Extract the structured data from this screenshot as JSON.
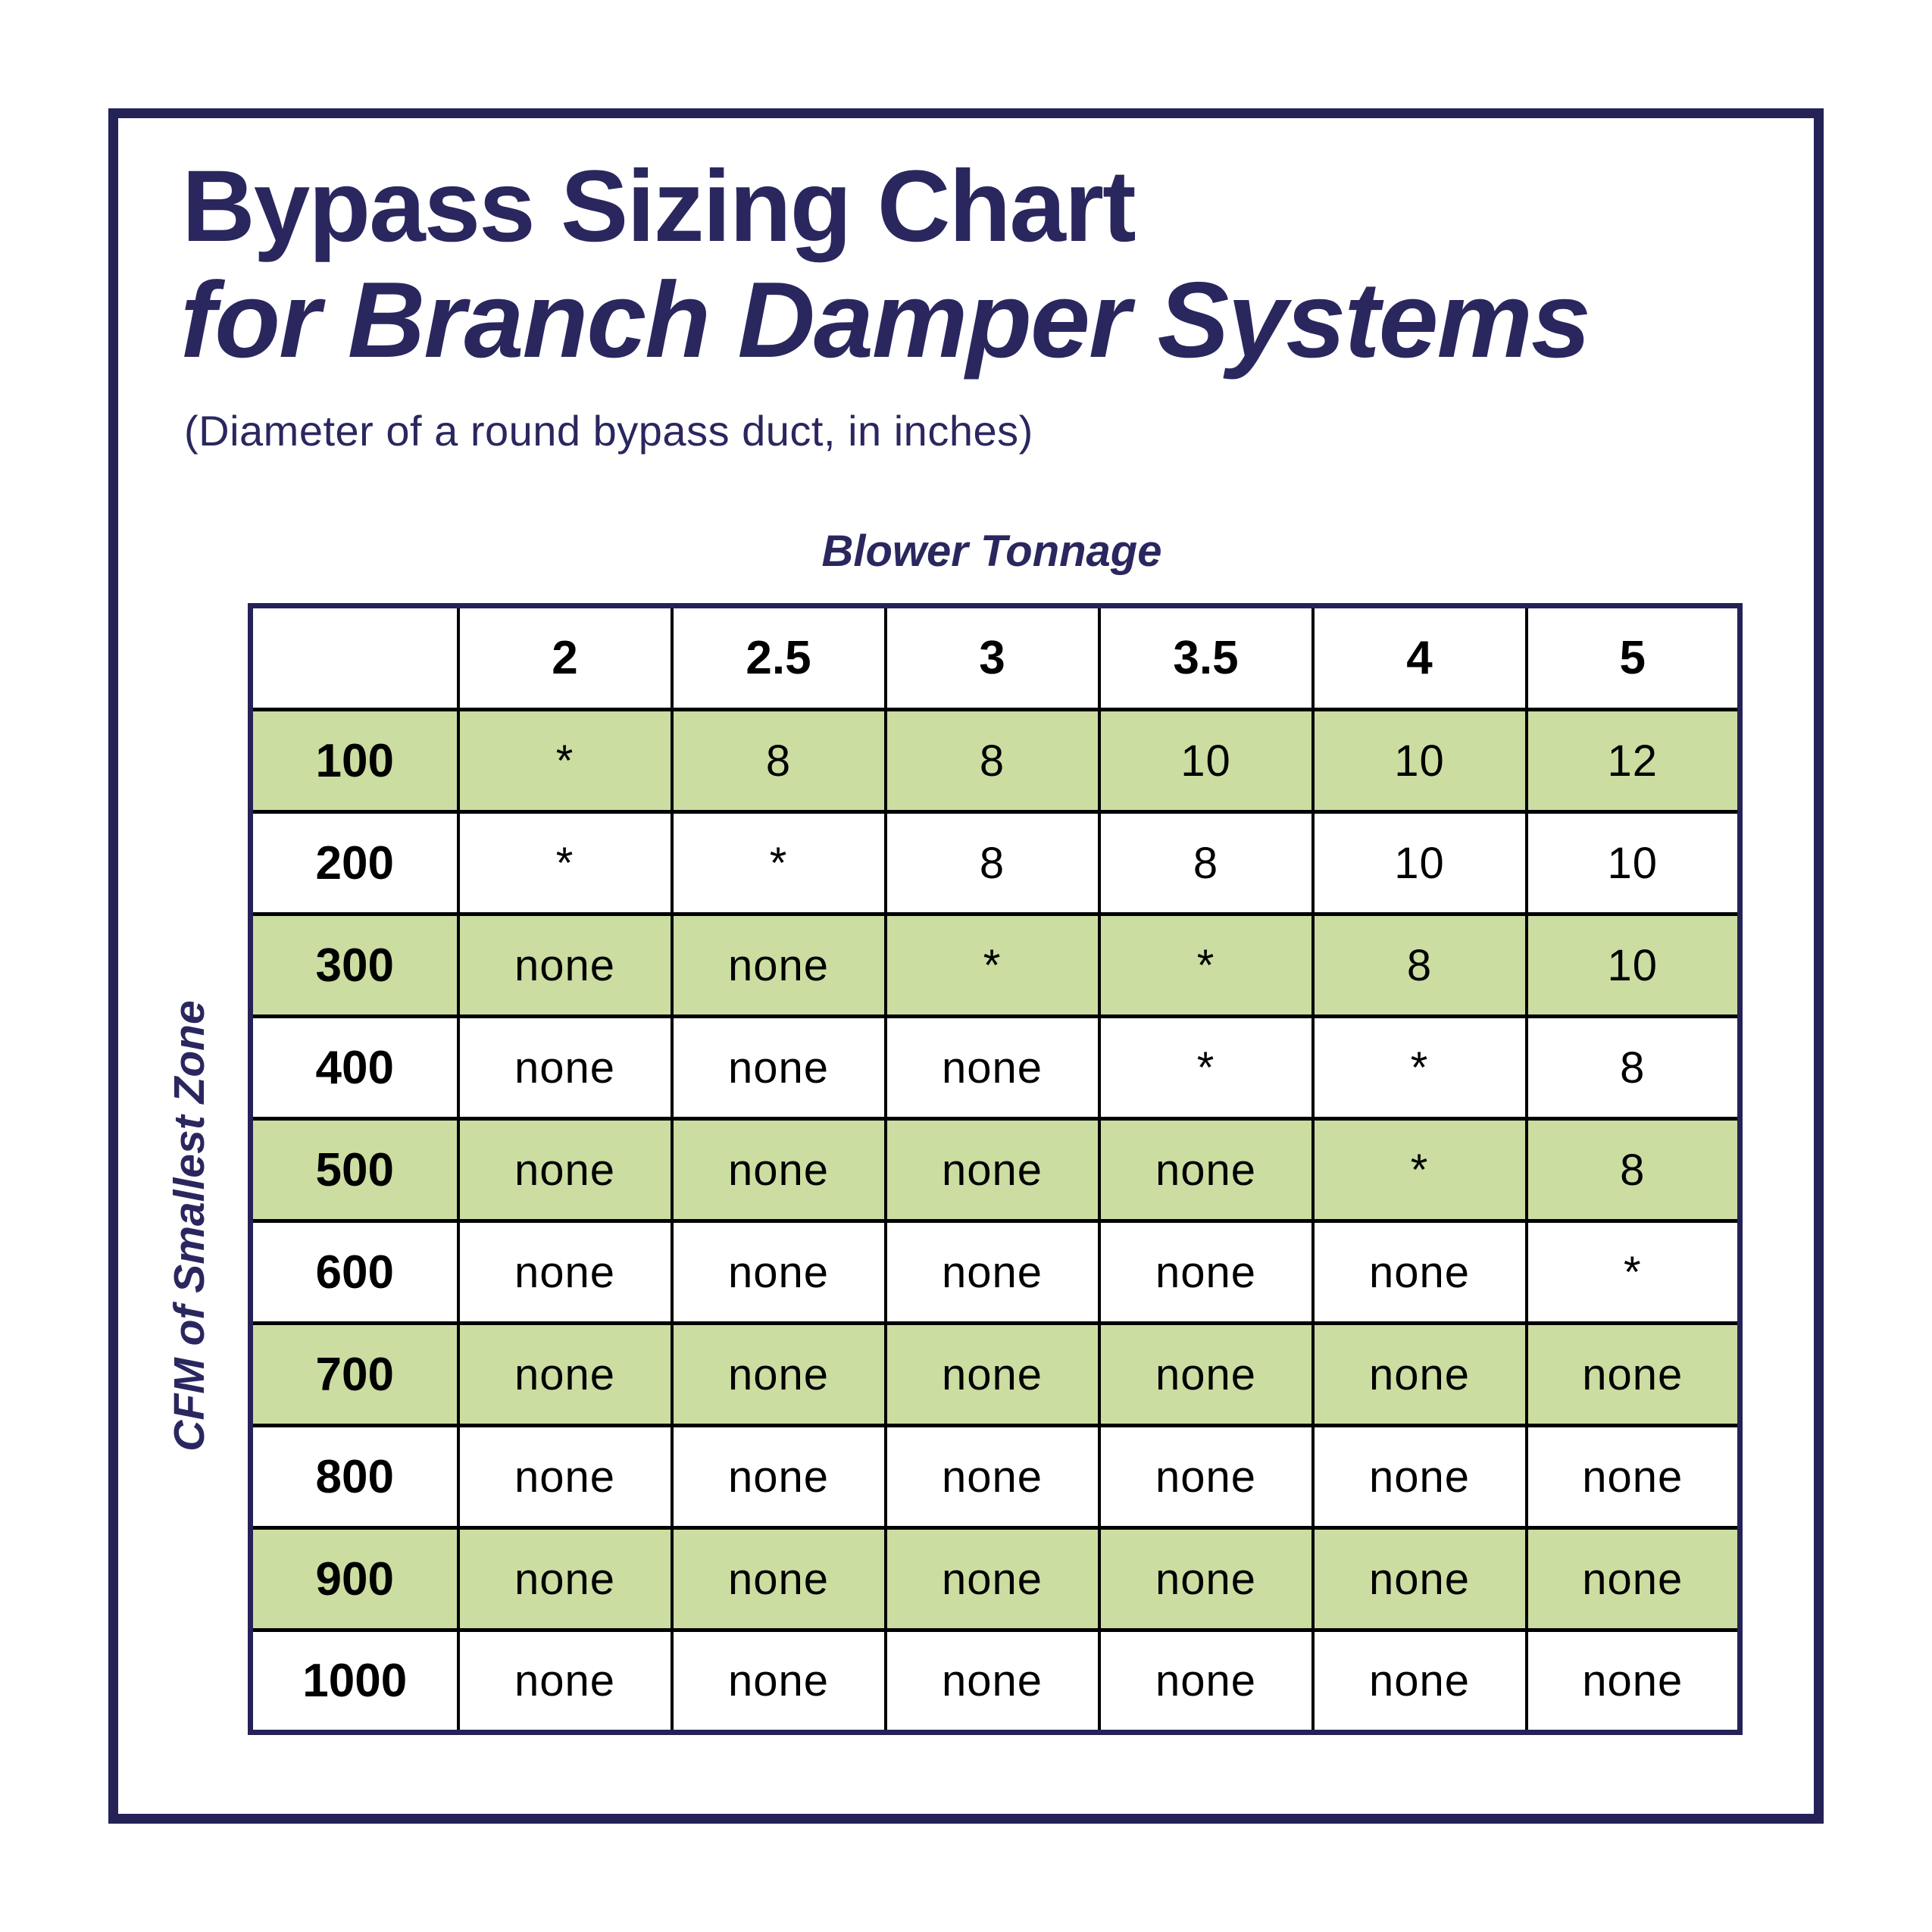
{
  "title": {
    "line1": "Bypass Sizing Chart",
    "line2": "for Branch Damper Systems",
    "subtitle": "(Diameter of a round bypass duct, in inches)"
  },
  "axes": {
    "column_label": "Blower Tonnage",
    "row_label": "CFM of Smallest Zone"
  },
  "colors": {
    "navy": "#2a275f",
    "frame": "#242256",
    "green": "#cbdda0",
    "grid": "#000000",
    "background": "#ffffff"
  },
  "chart_data": {
    "type": "table",
    "title": "Bypass Sizing Chart for Branch Damper Systems",
    "subtitle": "(Diameter of a round bypass duct, in inches)",
    "column_axis": "Blower Tonnage",
    "row_axis": "CFM of Smallest Zone",
    "columns": [
      "2",
      "2.5",
      "3",
      "3.5",
      "4",
      "5"
    ],
    "rows": [
      {
        "cfm": "100",
        "highlight": true,
        "values": [
          "*",
          "8",
          "8",
          "10",
          "10",
          "12"
        ]
      },
      {
        "cfm": "200",
        "highlight": false,
        "values": [
          "*",
          "*",
          "8",
          "8",
          "10",
          "10"
        ]
      },
      {
        "cfm": "300",
        "highlight": true,
        "values": [
          "none",
          "none",
          "*",
          "*",
          "8",
          "10"
        ]
      },
      {
        "cfm": "400",
        "highlight": false,
        "values": [
          "none",
          "none",
          "none",
          "*",
          "*",
          "8"
        ]
      },
      {
        "cfm": "500",
        "highlight": true,
        "values": [
          "none",
          "none",
          "none",
          "none",
          "*",
          "8"
        ]
      },
      {
        "cfm": "600",
        "highlight": false,
        "values": [
          "none",
          "none",
          "none",
          "none",
          "none",
          "*"
        ]
      },
      {
        "cfm": "700",
        "highlight": true,
        "values": [
          "none",
          "none",
          "none",
          "none",
          "none",
          "none"
        ]
      },
      {
        "cfm": "800",
        "highlight": false,
        "values": [
          "none",
          "none",
          "none",
          "none",
          "none",
          "none"
        ]
      },
      {
        "cfm": "900",
        "highlight": true,
        "values": [
          "none",
          "none",
          "none",
          "none",
          "none",
          "none"
        ]
      },
      {
        "cfm": "1000",
        "highlight": false,
        "values": [
          "none",
          "none",
          "none",
          "none",
          "none",
          "none"
        ]
      }
    ]
  }
}
